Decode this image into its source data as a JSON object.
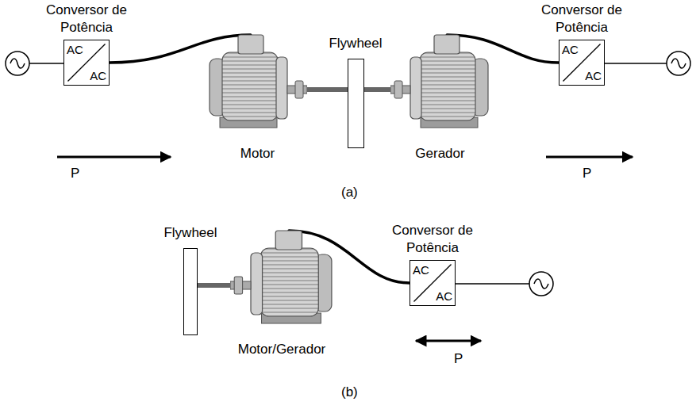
{
  "diagram": {
    "nodes": [
      {
        "text": [
          "Conversor de Potência",
          "AC",
          "AC"
        ]
      },
      {
        "text": [
          "Motor"
        ]
      },
      {
        "text": [
          "Flywheel"
        ]
      },
      {
        "text": [
          "Gerador"
        ]
      },
      {
        "text": [
          "Conversor de Potência",
          "AC",
          "AC"
        ]
      },
      {
        "text": [
          "Flywheel"
        ]
      },
      {
        "text": [
          "Motor/Gerador"
        ]
      },
      {
        "text": [
          "Conversor de Potência",
          "AC",
          "AC"
        ]
      }
    ],
    "edges": [
      {
        "from": 0,
        "to": 1,
        "arrow": "none"
      },
      {
        "from": 1,
        "to": 2,
        "arrow": "none"
      },
      {
        "from": 2,
        "to": 3,
        "arrow": "none"
      },
      {
        "from": 3,
        "to": 4,
        "arrow": "none"
      },
      {
        "from": 5,
        "to": 6,
        "arrow": "none"
      },
      {
        "from": 6,
        "to": 7,
        "arrow": "none"
      }
    ],
    "labels": [
      "P",
      "P",
      "(a)",
      "P",
      "(b)"
    ]
  }
}
